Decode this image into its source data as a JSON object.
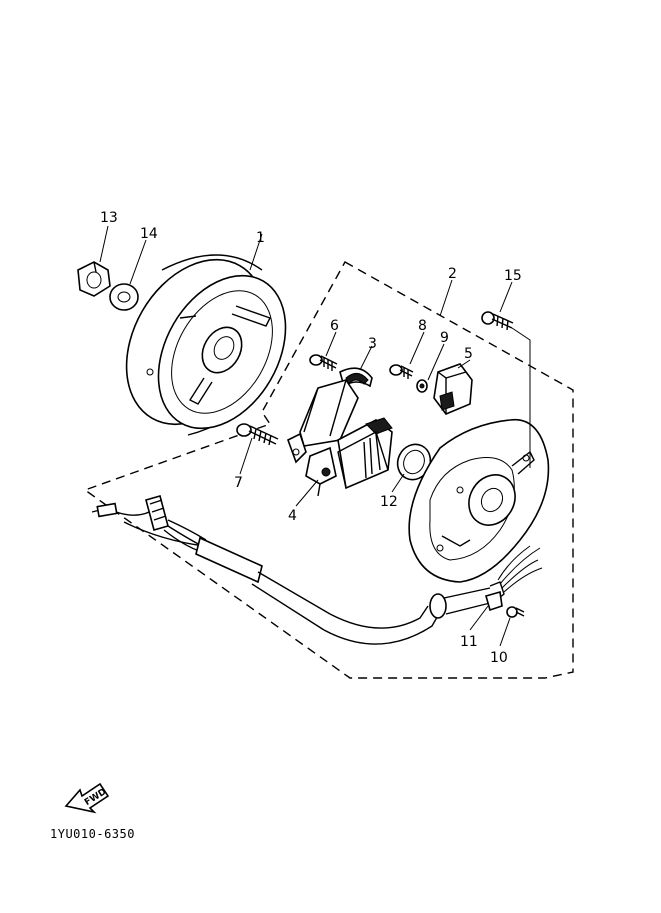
{
  "callouts": [
    {
      "id": "1",
      "label": "1"
    },
    {
      "id": "2",
      "label": "2"
    },
    {
      "id": "3",
      "label": "3"
    },
    {
      "id": "4",
      "label": "4"
    },
    {
      "id": "5",
      "label": "5"
    },
    {
      "id": "6",
      "label": "6"
    },
    {
      "id": "7",
      "label": "7"
    },
    {
      "id": "8",
      "label": "8"
    },
    {
      "id": "9",
      "label": "9"
    },
    {
      "id": "10",
      "label": "10"
    },
    {
      "id": "11",
      "label": "11"
    },
    {
      "id": "12",
      "label": "12"
    },
    {
      "id": "13",
      "label": "13"
    },
    {
      "id": "14",
      "label": "14"
    },
    {
      "id": "15",
      "label": "15"
    }
  ],
  "direction_arrow": {
    "label": "FWD",
    "icon": "forward-arrow-icon"
  },
  "drawing_code": "1YU010-6350"
}
